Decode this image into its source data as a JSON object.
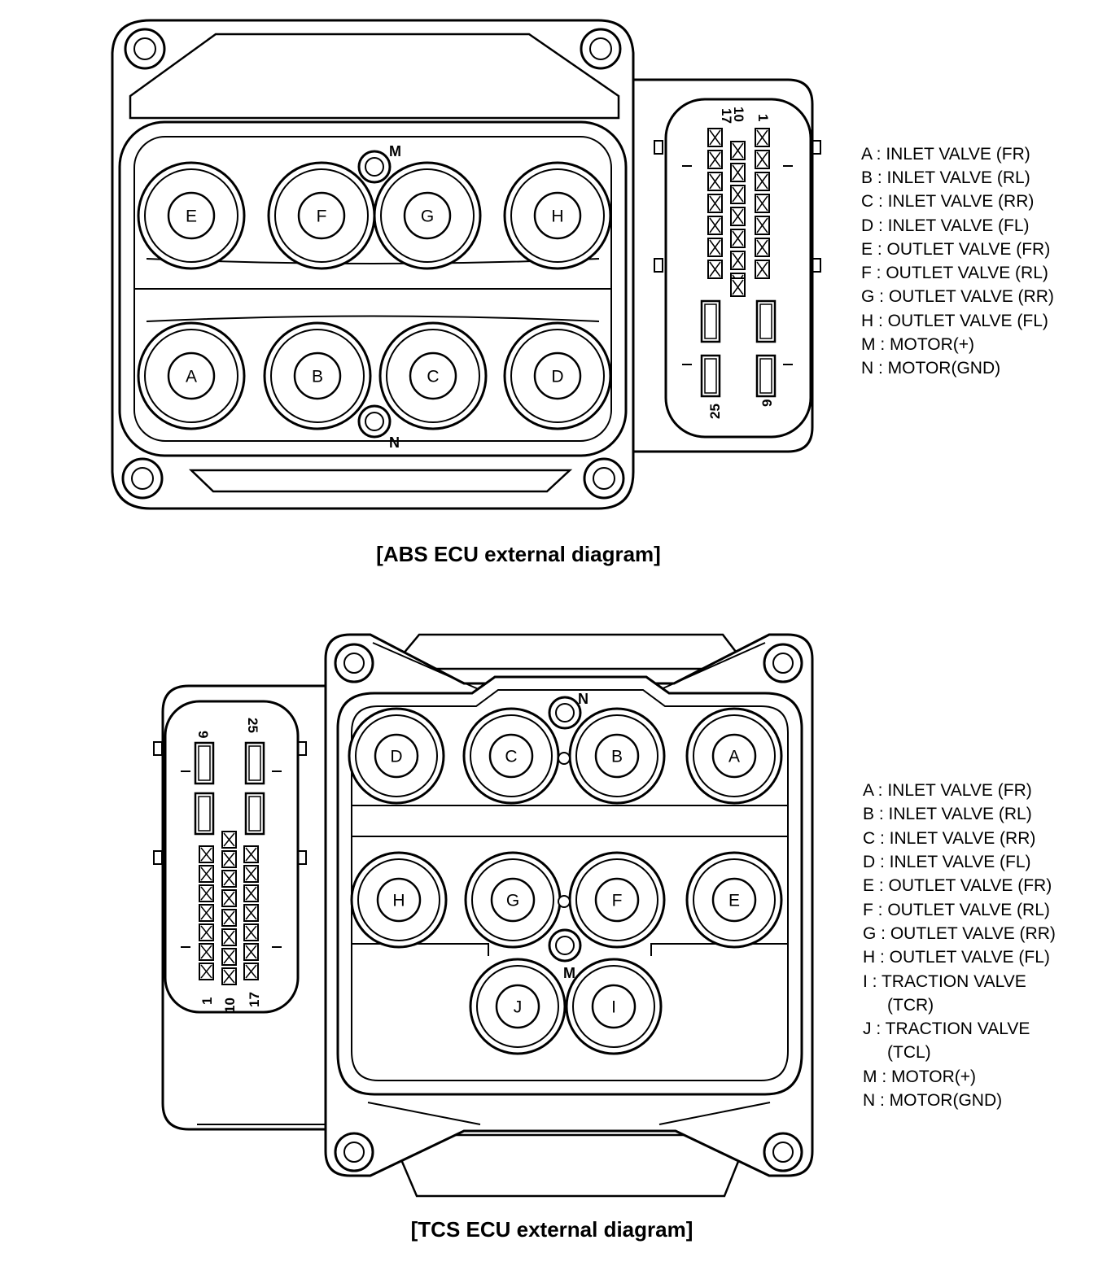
{
  "abs": {
    "caption": "[ABS ECU external diagram]",
    "legend": [
      "A : INLET VALVE (FR)",
      "B : INLET VALVE (RL)",
      "C : INLET VALVE (RR)",
      "D : INLET VALVE (FL)",
      "E : OUTLET VALVE (FR)",
      "F : OUTLET VALVE (RL)",
      "G : OUTLET VALVE (RR)",
      "H : OUTLET VALVE (FL)",
      "M : MOTOR(+)",
      "N : MOTOR(GND)"
    ],
    "valves": [
      "E",
      "F",
      "G",
      "H",
      "A",
      "B",
      "C",
      "D"
    ],
    "motor_labels": [
      "M",
      "N"
    ],
    "pin_numbers": [
      "17",
      "10",
      "1",
      "25",
      "9"
    ]
  },
  "tcs": {
    "caption": "[TCS ECU external diagram]",
    "legend": [
      "A : INLET VALVE (FR)",
      "B : INLET VALVE (RL)",
      "C : INLET VALVE (RR)",
      "D : INLET VALVE (FL)",
      "E : OUTLET VALVE (FR)",
      "F : OUTLET VALVE (RL)",
      "G : OUTLET VALVE (RR)",
      "H : OUTLET VALVE (FL)",
      "I : TRACTION VALVE",
      "(TCR)",
      "J : TRACTION VALVE",
      "(TCL)",
      "M : MOTOR(+)",
      "N : MOTOR(GND)"
    ],
    "valves": [
      "D",
      "C",
      "B",
      "A",
      "H",
      "G",
      "F",
      "E",
      "J",
      "I"
    ],
    "motor_labels": [
      "N",
      "M"
    ],
    "pin_numbers": [
      "9",
      "25",
      "1",
      "10",
      "17"
    ]
  }
}
